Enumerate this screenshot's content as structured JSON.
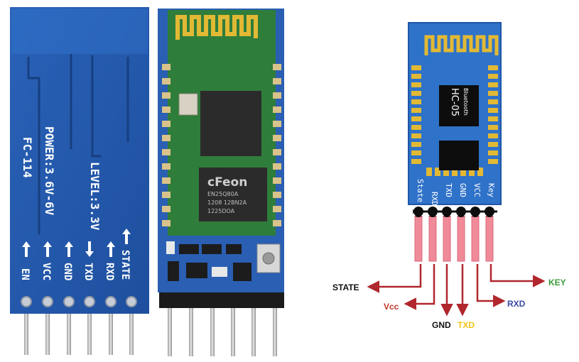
{
  "back_board": {
    "model": "FC-114",
    "power": "POWER:3.6V-6V",
    "level": "LEVEL:3.3V",
    "pins": [
      "EN",
      "VCC",
      "GND",
      "TXD",
      "RXD",
      "STATE"
    ]
  },
  "front_board": {
    "chip_top": "cFeon",
    "chip_top_line2": "EN25Q80A",
    "chip_top_line3": "1208 12BN2A",
    "chip_top_line4": "1225DOA"
  },
  "diagram": {
    "module_name": "HC-05",
    "module_subtitle": "Bluetooth",
    "header_pins": [
      "State",
      "RXD",
      "TXD",
      "GND",
      "VCC",
      "Key"
    ],
    "outputs": [
      {
        "label": "STATE",
        "color": "#111111"
      },
      {
        "label": "Vcc",
        "color": "#c0392b"
      },
      {
        "label": "GND",
        "color": "#111111"
      },
      {
        "label": "TXD",
        "color": "#f0c419"
      },
      {
        "label": "RXD",
        "color": "#3b4aa8"
      },
      {
        "label": "KEY",
        "color": "#3a9c3a"
      }
    ],
    "colors": {
      "board": "#2f72c9",
      "wire": "#b0272d",
      "antenna": "#e2b934",
      "pin_pink": "#f08a98"
    }
  }
}
